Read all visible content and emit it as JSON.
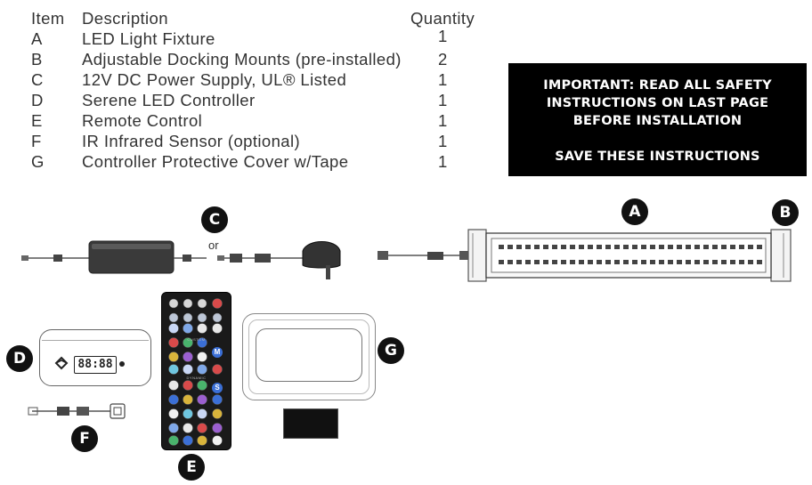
{
  "parts_table": {
    "headers": {
      "item": "Item",
      "description": "Description",
      "quantity": "Quantity"
    },
    "rows": [
      {
        "item": "A",
        "description": "LED Light Fixture",
        "quantity": "1"
      },
      {
        "item": "B",
        "description": "Adjustable Docking Mounts (pre-installed)",
        "quantity": "2"
      },
      {
        "item": "C",
        "description": "12V DC Power Supply, UL® Listed",
        "quantity": "1"
      },
      {
        "item": "D",
        "description": "Serene LED Controller",
        "quantity": "1"
      },
      {
        "item": "E",
        "description": "Remote Control",
        "quantity": "1"
      },
      {
        "item": "F",
        "description": "IR Infrared Sensor (optional)",
        "quantity": "1"
      },
      {
        "item": "G",
        "description": "Controller Protective Cover w/Tape",
        "quantity": "1"
      }
    ]
  },
  "notice": {
    "lines": [
      "IMPORTANT: READ ALL SAFETY",
      "INSTRUCTIONS ON LAST PAGE",
      "BEFORE INSTALLATION"
    ],
    "save": "SAVE THESE INSTRUCTIONS"
  },
  "labels": {
    "a": "A",
    "b": "B",
    "c": "C",
    "d": "D",
    "e": "E",
    "f": "F",
    "g": "G",
    "or": "or"
  },
  "controller_display": "88:88",
  "remote": {
    "mid_label": "CUSTOM",
    "section_label": "DYNAMIC",
    "m_key": "M",
    "s_key": "S"
  },
  "colors": {
    "badge": "#111111",
    "notice_bg": "#000000",
    "notice_text": "#ffffff"
  }
}
